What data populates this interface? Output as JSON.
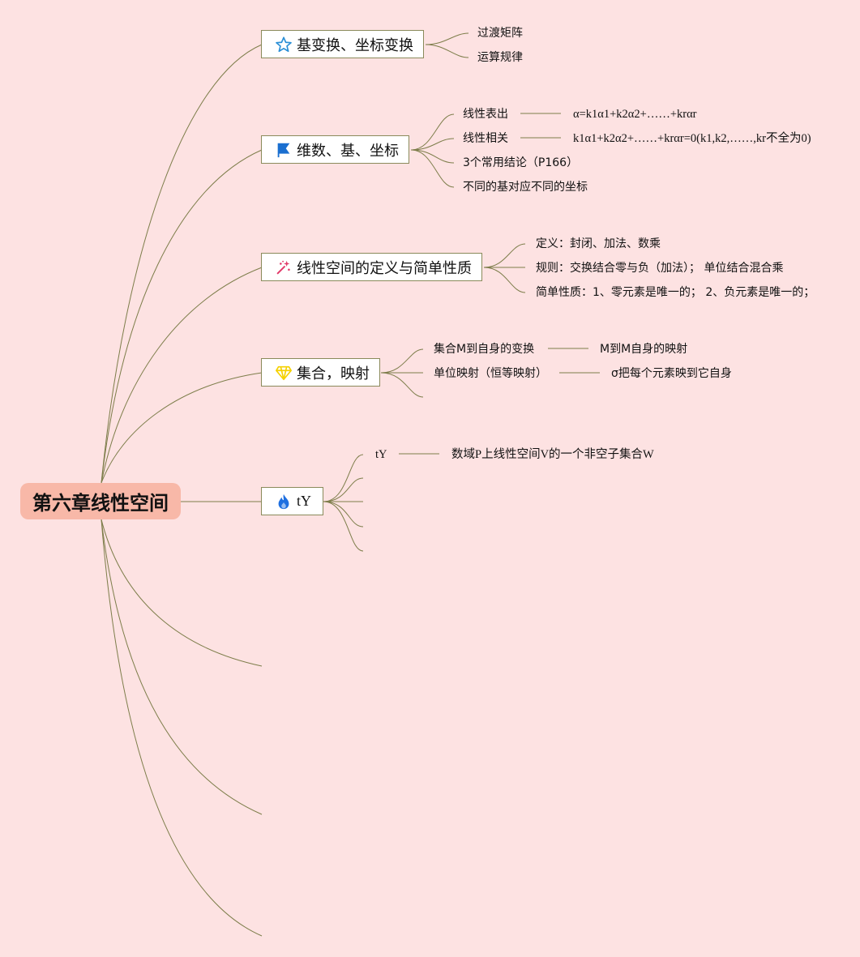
{
  "root": {
    "label": "第六章线性空间"
  },
  "topics": [
    {
      "label": "基变换、坐标变换",
      "icon": "star-icon",
      "children": [
        {
          "label": "过渡矩阵"
        },
        {
          "label": "运算规律"
        }
      ]
    },
    {
      "label": "维数、基、坐标",
      "icon": "flag-icon",
      "children": [
        {
          "label": "线性表出",
          "note": "α=k1α1+k2α2+……+krαr"
        },
        {
          "label": "线性相关",
          "note": "k1α1+k2α2+……+krαr=0(k1,k2,……,kr不全为0)"
        },
        {
          "label": "3个常用结论（P166）"
        },
        {
          "label": "不同的基对应不同的坐标"
        }
      ]
    },
    {
      "label": "线性空间的定义与简单性质",
      "icon": "sparkle-icon",
      "children": [
        {
          "label": "定义：封闭、加法、数乘"
        },
        {
          "label": "规则：交换结合零与负（加法）；  单位结合混合乘"
        },
        {
          "label": "简单性质：1、零元素是唯一的；  2、负元素是唯一的；"
        }
      ]
    },
    {
      "label": "集合，映射",
      "icon": "diamond-icon",
      "children": [
        {
          "label": "集合M到自身的变换",
          "note": "M到M自身的映射"
        },
        {
          "label": "单位映射（恒等映射）",
          "note": "σ把每个元素映到它自身"
        },
        {
          "label": ""
        }
      ]
    },
    {
      "label": "tY",
      "icon": "fire-icon",
      "children": [
        {
          "label": "tY",
          "note": "数域P上线性空间V的一个非空子集合W"
        },
        {
          "label": ""
        },
        {
          "label": ""
        },
        {
          "label": ""
        },
        {
          "label": ""
        }
      ]
    }
  ],
  "colors": {
    "background": "#fde2e2",
    "root_fill": "#f8b8a8",
    "line": "#7d7d4a",
    "topic_border": "#8a8a5a",
    "star": "#2a8fd6",
    "flag": "#1a6fd0",
    "sparkle": "#e23a6a",
    "diamond": "#f5d100",
    "fire": "#1e6fe0"
  }
}
